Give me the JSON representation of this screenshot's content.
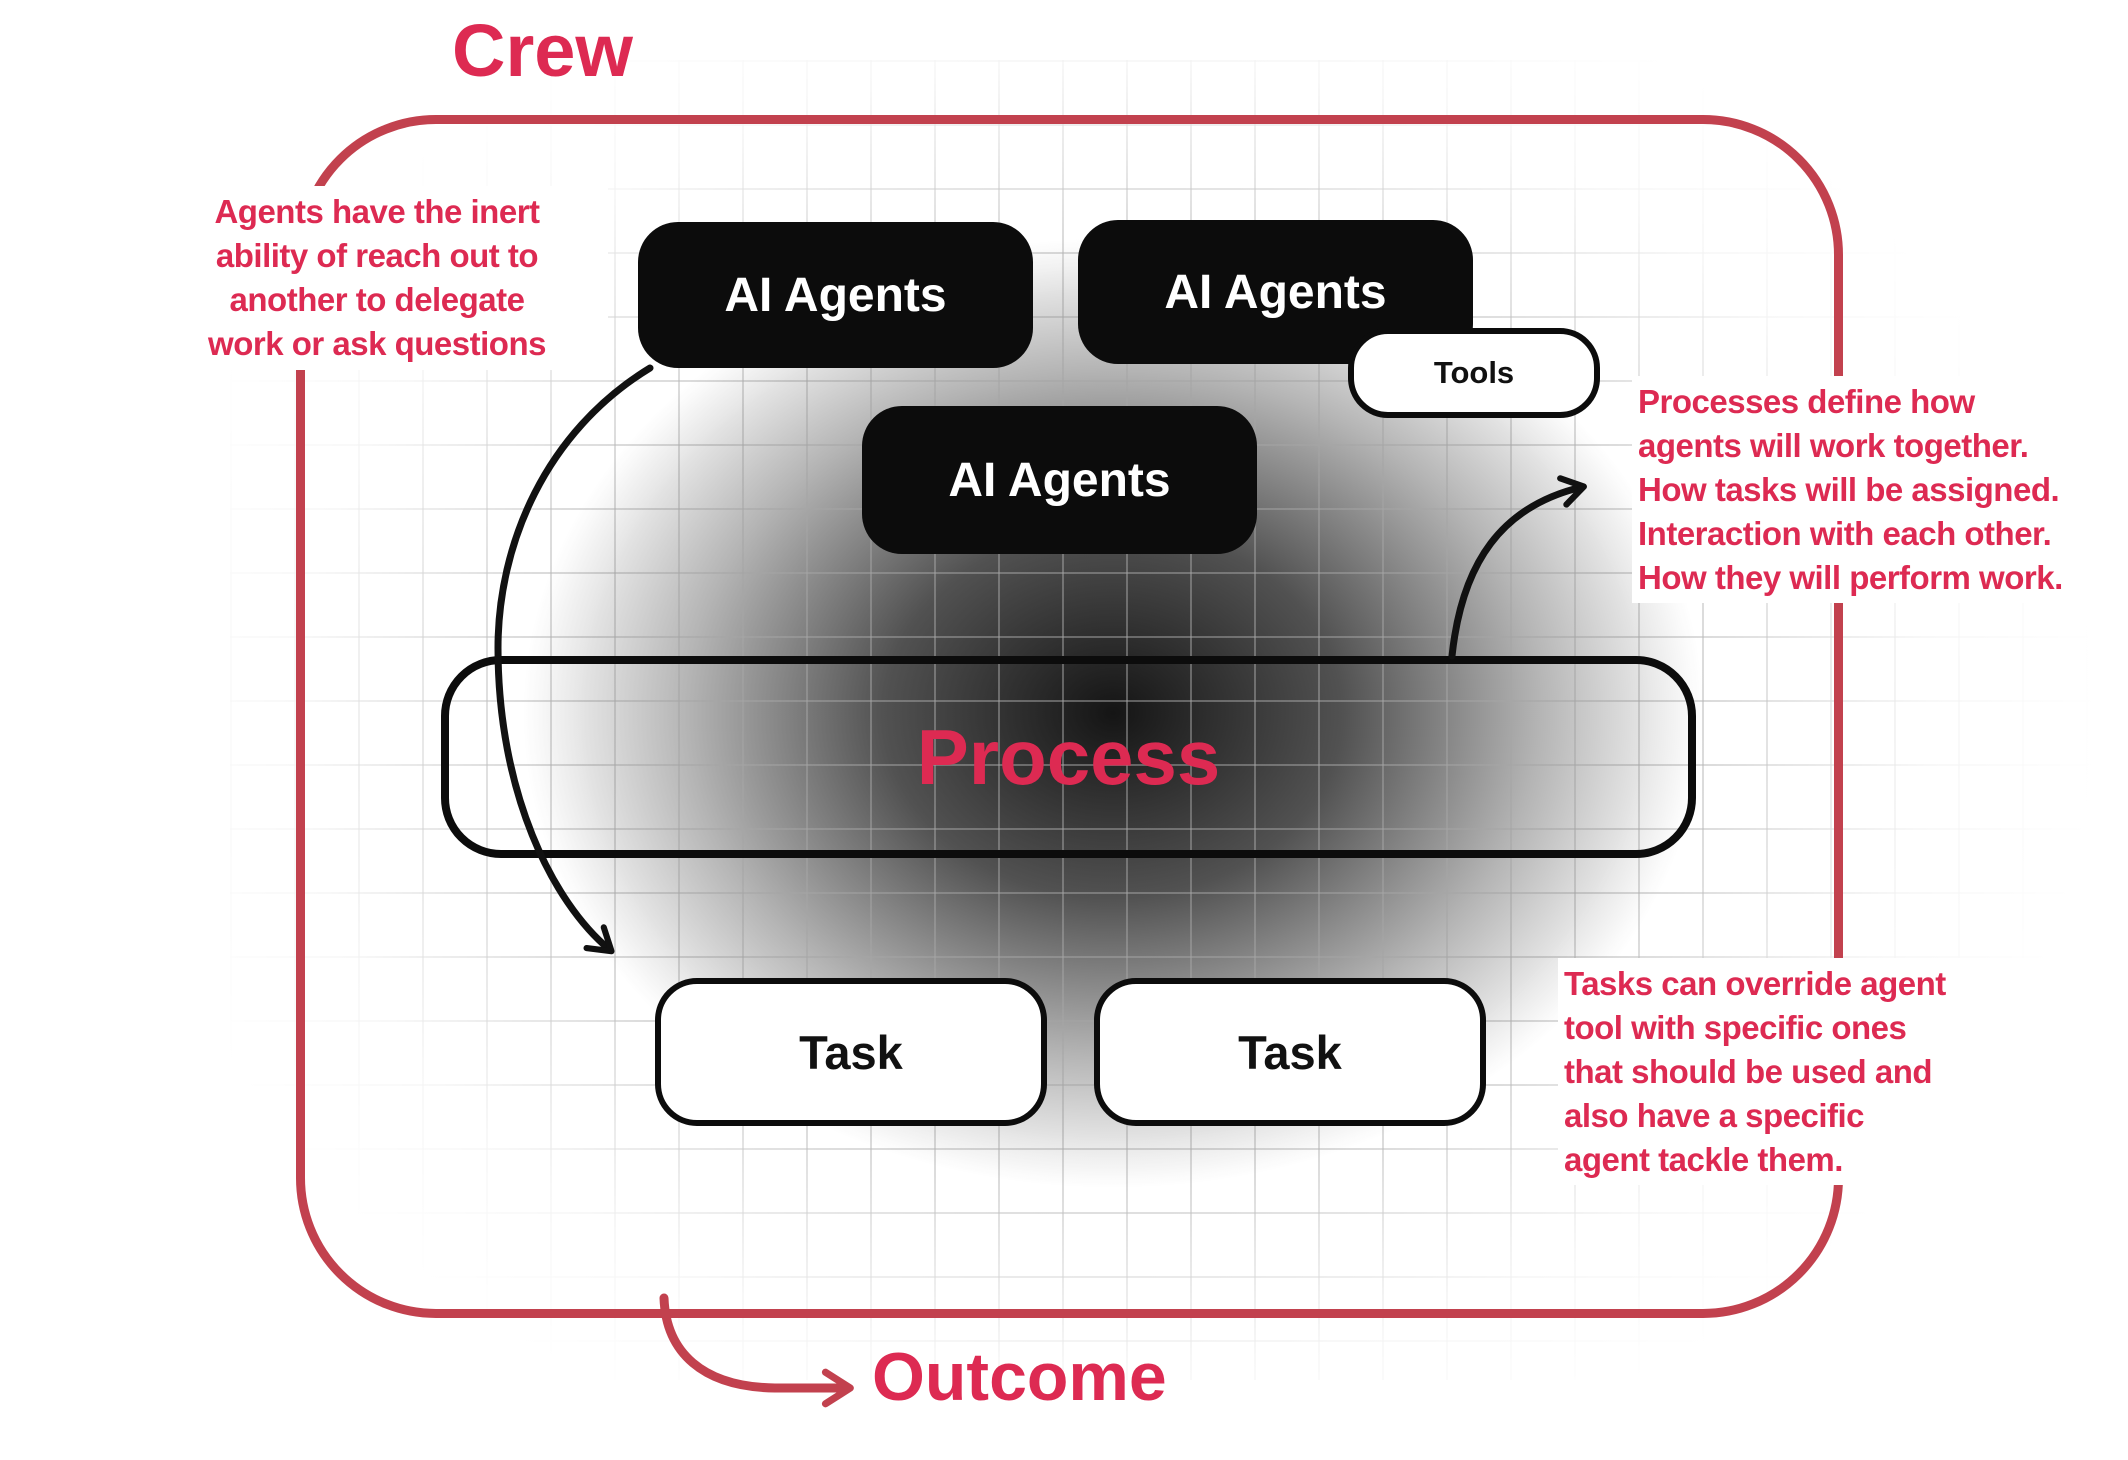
{
  "colors": {
    "accent": "#dd2a52",
    "border": "#c2414e",
    "node_black": "#0c0c0c"
  },
  "crew": {
    "title": "Crew"
  },
  "outcome": {
    "label": "Outcome"
  },
  "annotations": {
    "left": [
      "Agents have the inert",
      "ability of reach out to",
      "another to delegate",
      "work or ask questions"
    ],
    "right_top": [
      "Processes define how",
      "agents will work together.",
      "How tasks will be assigned.",
      "Interaction with each other.",
      "How they will perform work."
    ],
    "right_bottom": [
      "Tasks can override agent",
      "tool with specific ones",
      "that should be used and",
      "also have a specific",
      "agent tackle them."
    ]
  },
  "nodes": {
    "agent1": "AI Agents",
    "agent2": "AI Agents",
    "agent3": "AI Agents",
    "tools": "Tools",
    "process": "Process",
    "task1": "Task",
    "task2": "Task"
  }
}
